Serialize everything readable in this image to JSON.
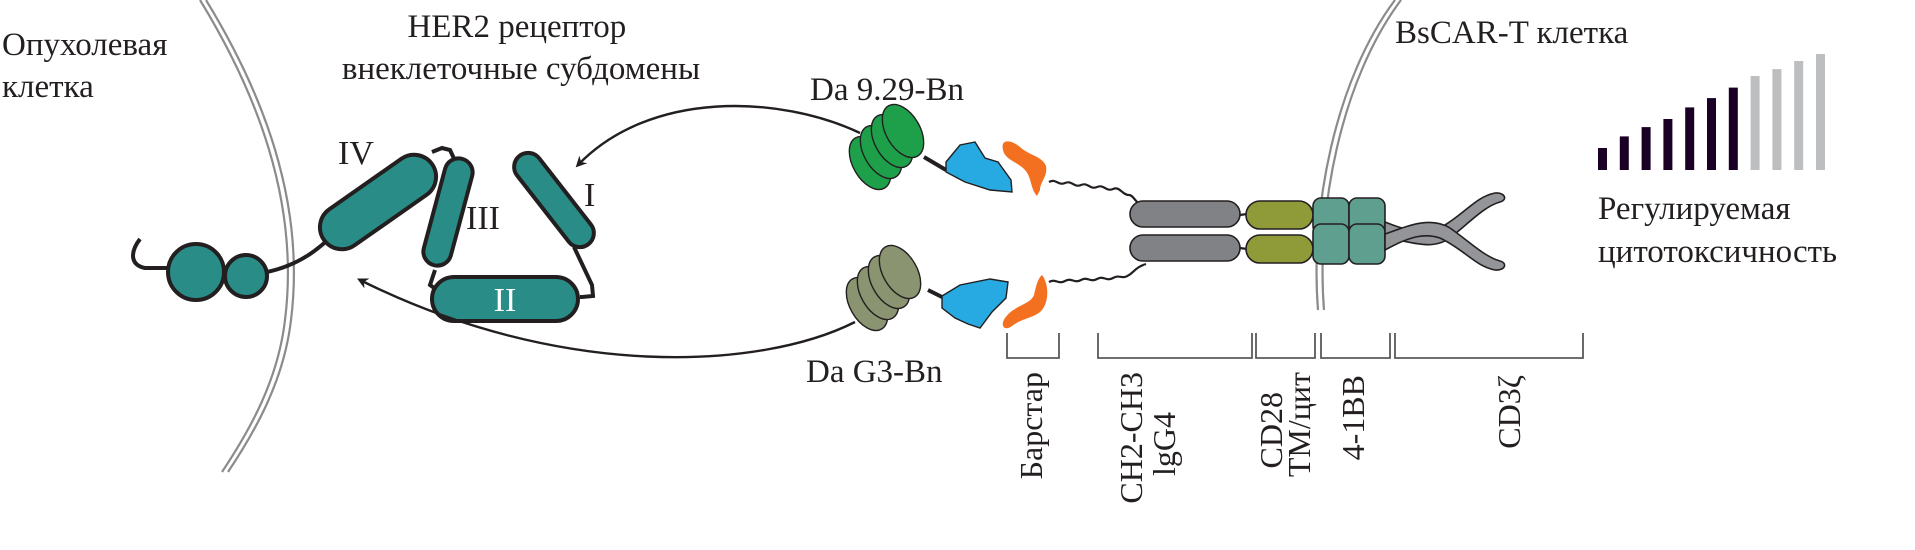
{
  "labels": {
    "tumor_cell": [
      "Опухолевая",
      "клетка"
    ],
    "her2_title": [
      "HER2 рецептор",
      "внеклеточные субдомены"
    ],
    "da929": "Da 9.29-Bn",
    "dag3": "Da G3-Bn",
    "bscar": "BsCAR-T клетка",
    "cytotox": [
      "Регулируемая",
      "цитотоксичность"
    ]
  },
  "subdomains": {
    "i": "I",
    "ii": "II",
    "iii": "III",
    "iv": "IV"
  },
  "segments": [
    {
      "id": "barstar",
      "lines": [
        "Барстар"
      ]
    },
    {
      "id": "ch2ch3",
      "lines": [
        "CH2-CH3",
        "lgG4"
      ]
    },
    {
      "id": "cd28",
      "lines": [
        "CD28",
        "TM/цит"
      ]
    },
    {
      "id": "41bb",
      "lines": [
        "4-1BB"
      ]
    },
    {
      "id": "cd3z",
      "lines": [
        "CD3ζ"
      ]
    }
  ],
  "signal_bars": {
    "count": 11,
    "active": 7,
    "relative_levels": [
      0.19,
      0.29,
      0.37,
      0.44,
      0.54,
      0.62,
      0.71,
      0.81,
      0.87,
      0.94,
      1.0
    ]
  },
  "colors": {
    "her2_teal": "#2a8c86",
    "darpin_929": "#1ea04a",
    "darpin_g3": "#8a9470",
    "barnase_blue": "#27aae1",
    "barstar_orange": "#f37021",
    "fc_gray": "#808285",
    "cd28_olive": "#8f9a38",
    "bb_teal": "#5f9f8f",
    "cd3z_gray": "#939598",
    "bar_active": "#1a0024",
    "bar_inactive": "#bcbec0",
    "membrane": "#8a8b8d"
  }
}
